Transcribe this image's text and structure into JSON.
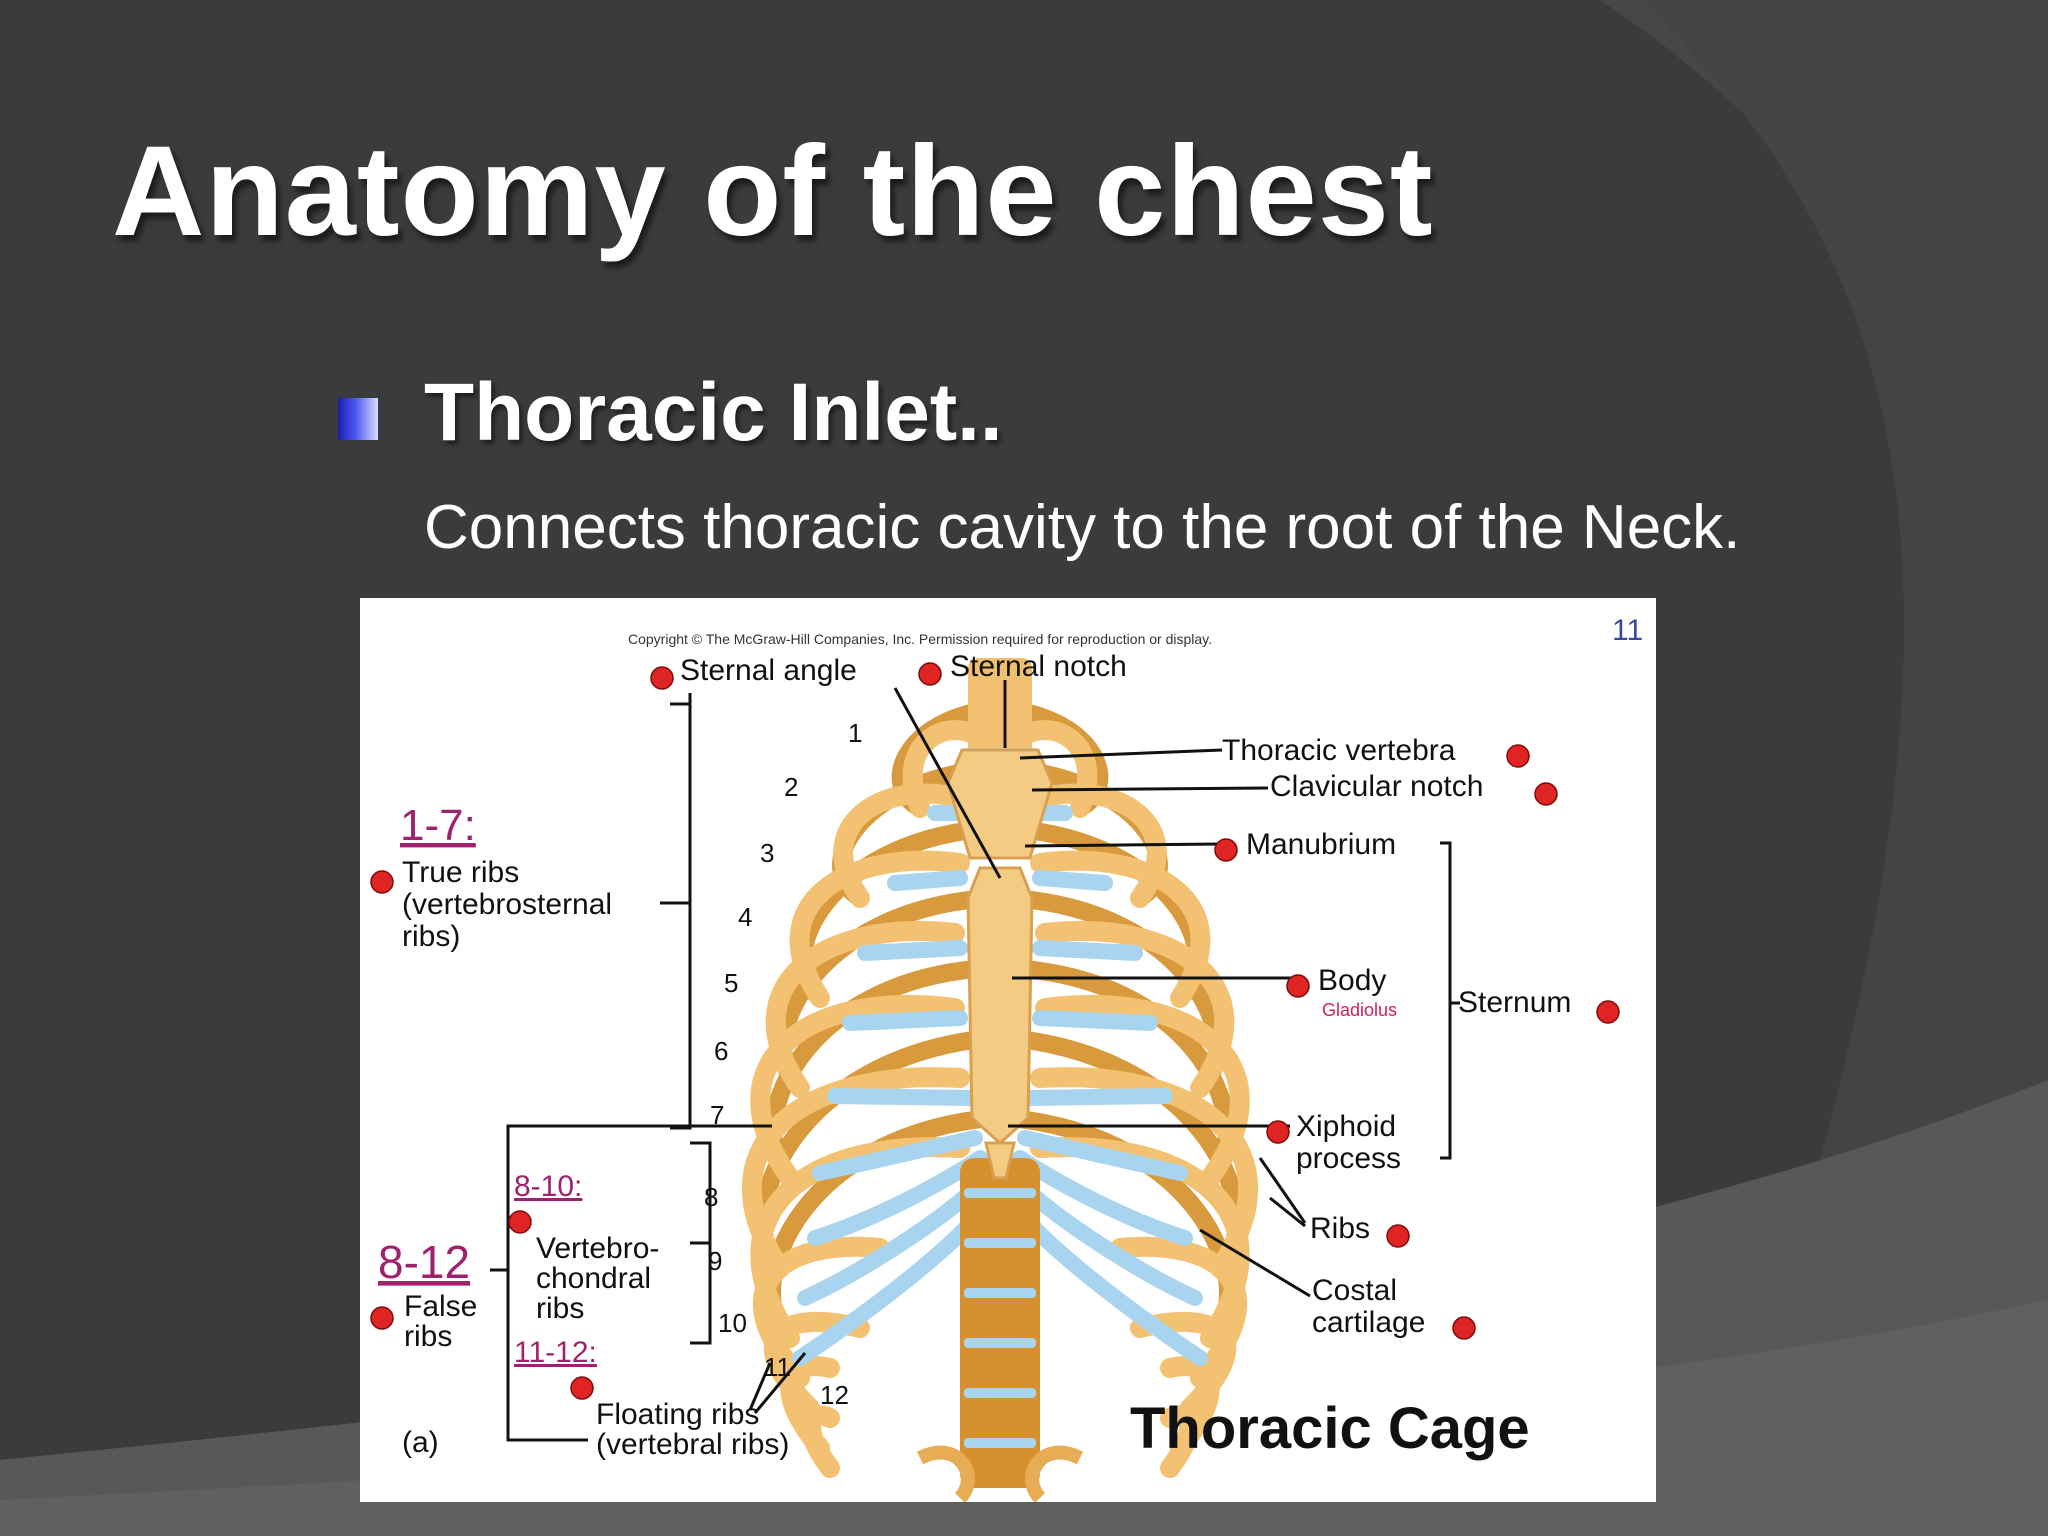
{
  "slide": {
    "title": "Anatomy of the chest",
    "bullet": {
      "heading": "Thoracic Inlet..",
      "text": "Connects thoracic cavity to the root of the Neck."
    }
  },
  "figure": {
    "copyright": "Copyright © The McGraw-Hill Companies, Inc. Permission required for reproduction or display.",
    "page_number": "11",
    "caption": "Thoracic Cage",
    "panel_letter": "(a)",
    "labels": {
      "sternal_angle": "Sternal angle",
      "sternal_notch": "Sternal notch",
      "thoracic_vertebra": "Thoracic vertebra",
      "clavicular_notch": "Clavicular notch",
      "manubrium": "Manubrium",
      "body": "Body",
      "gladiolus": "Gladiolus",
      "sternum": "Sternum",
      "xiphoid_1": "Xiphoid",
      "xiphoid_2": "process",
      "ribs": "Ribs",
      "costal_1": "Costal",
      "costal_2": "cartilage",
      "range_1_7": "1-7:",
      "true_ribs_1": "True ribs",
      "true_ribs_2": "(vertebrosternal",
      "true_ribs_3": "ribs)",
      "range_8_10": "8-10:",
      "vc_1": "Vertebro-",
      "vc_2": "chondral",
      "vc_3": "ribs",
      "range_8_12": "8-12",
      "false_1": "False",
      "false_2": "ribs",
      "range_11_12": "11-12:",
      "floating_1": "Floating ribs",
      "floating_2": "(vertebral ribs)"
    },
    "rib_numbers": [
      "1",
      "2",
      "3",
      "4",
      "5",
      "6",
      "7",
      "8",
      "9",
      "10",
      "11",
      "12"
    ]
  },
  "colors": {
    "background": "#3b3b3d",
    "bone": "#f0c070",
    "cartilage": "#a8d4ef",
    "marker": "#e02424",
    "range_label": "#a0226e",
    "bullet": "#3344dd"
  }
}
